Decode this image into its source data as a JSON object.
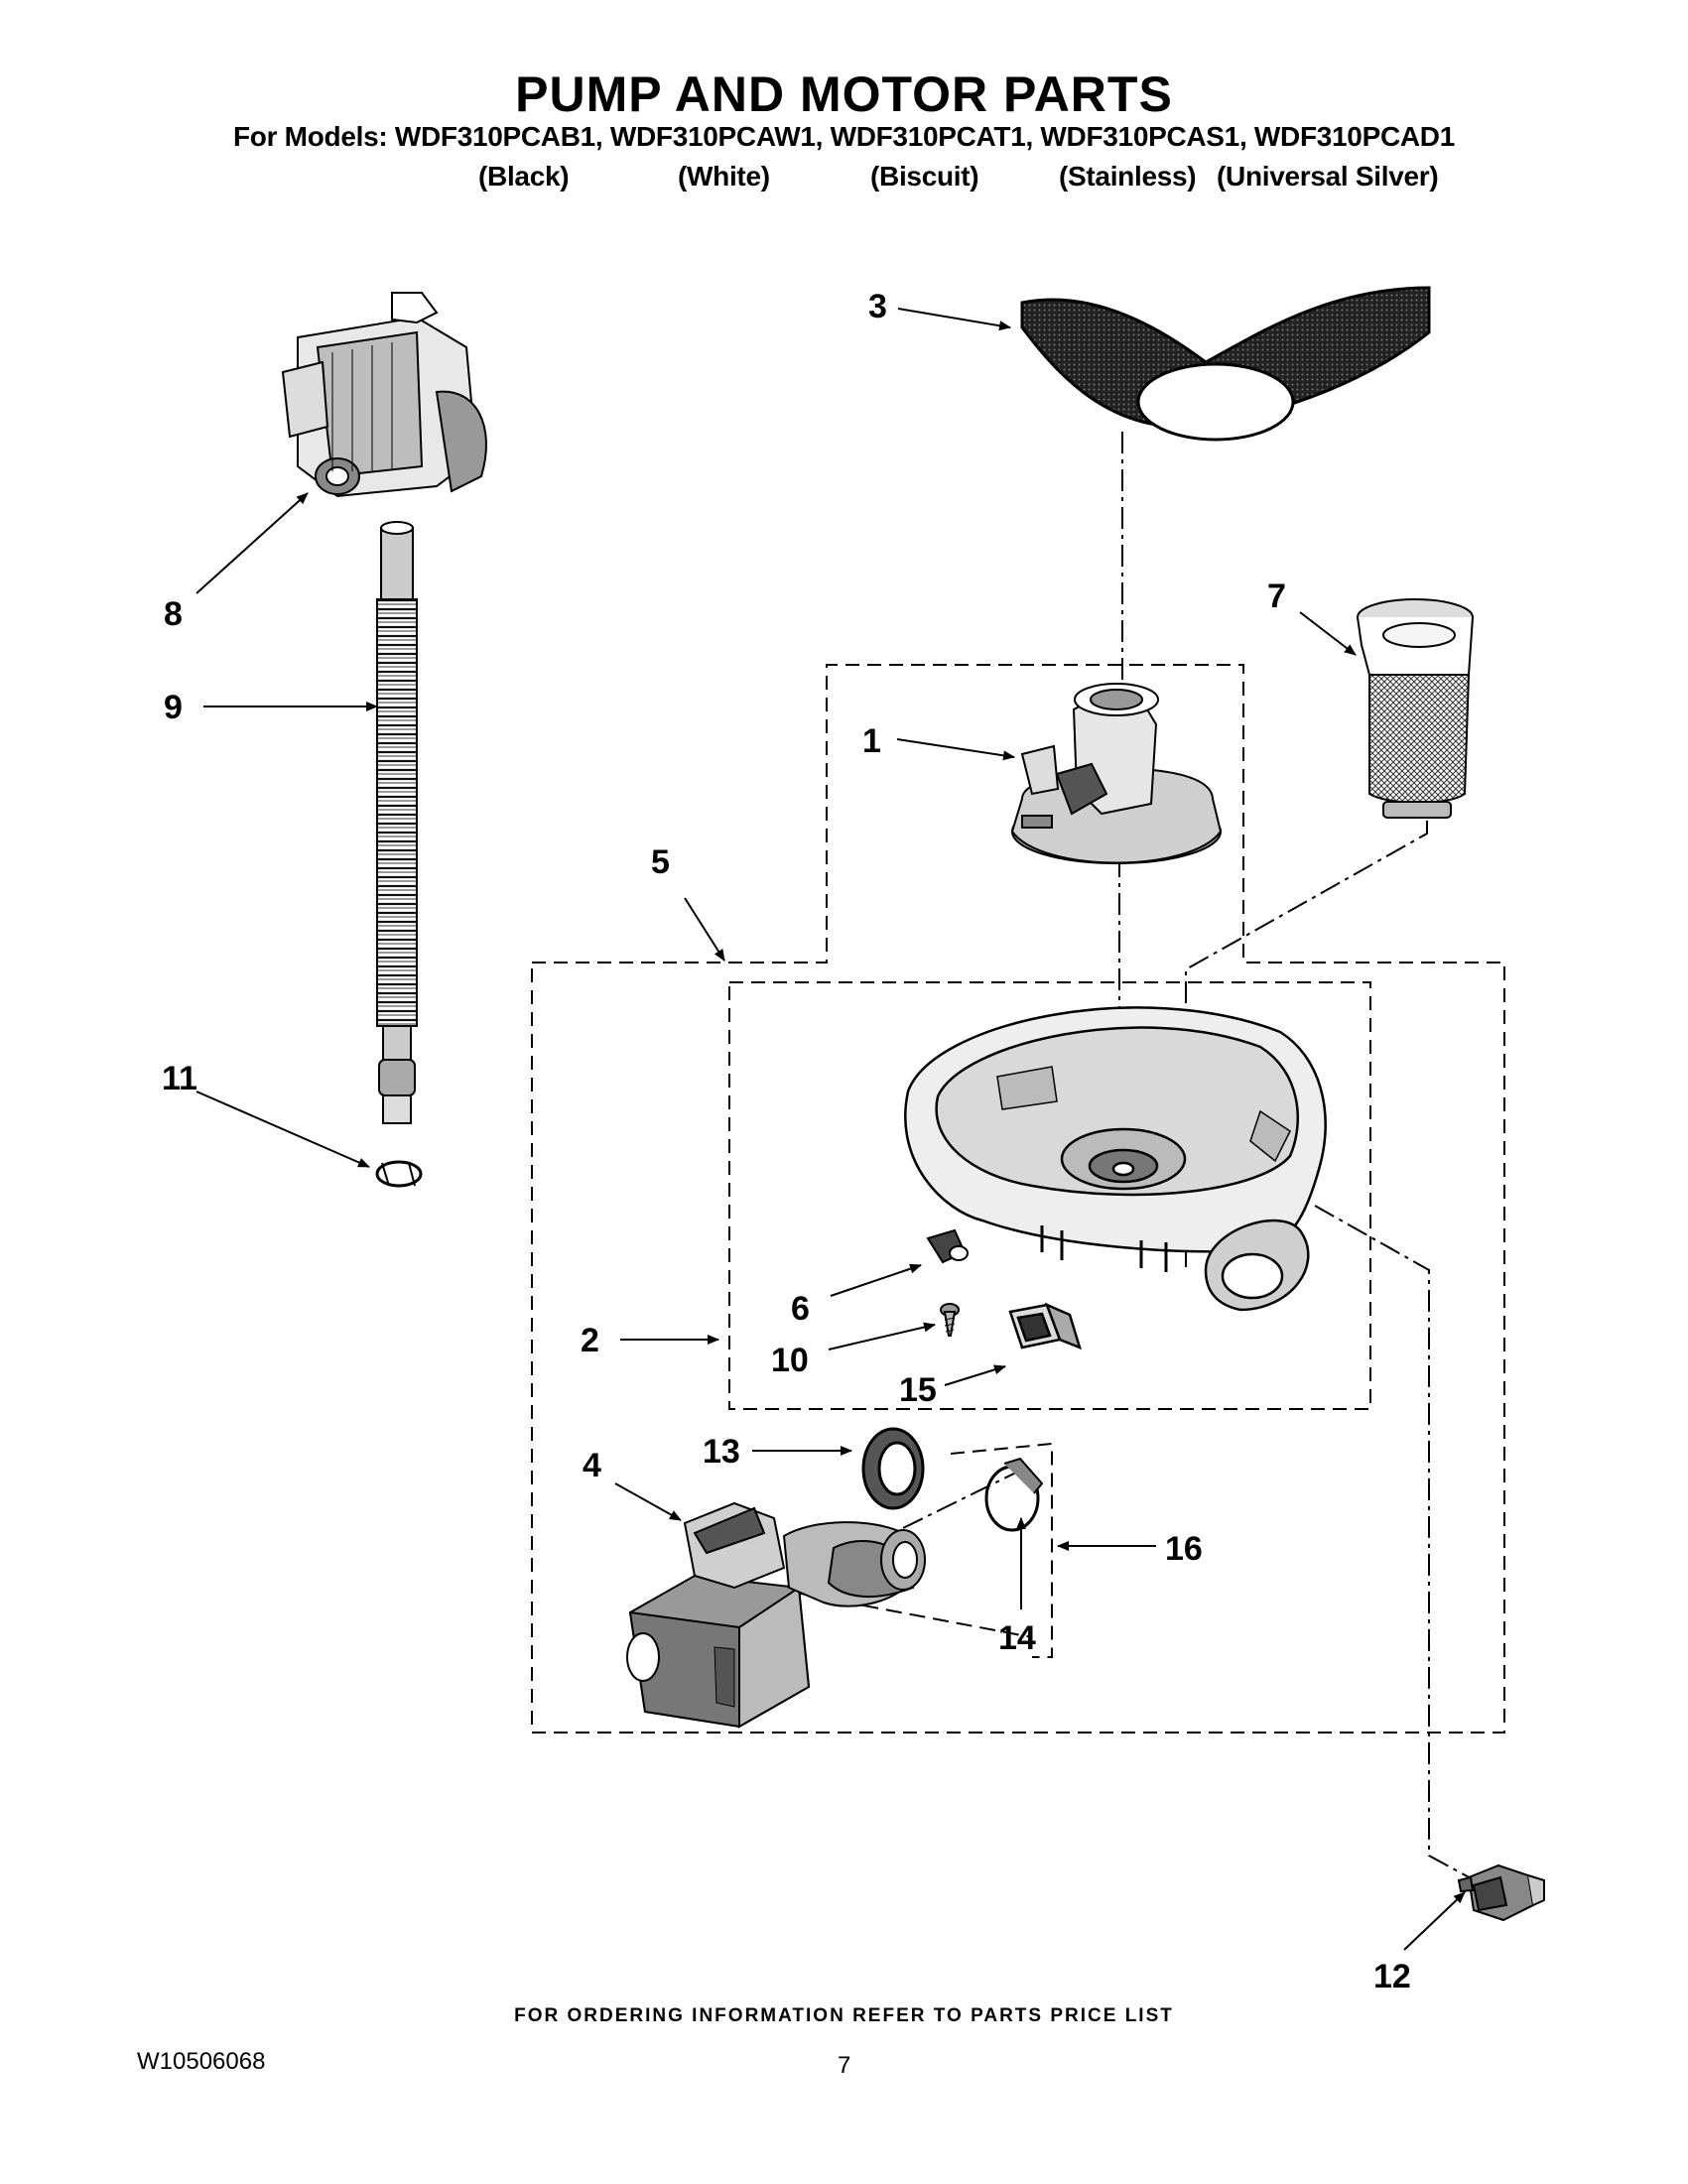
{
  "header": {
    "title": "PUMP AND MOTOR PARTS",
    "models_line": "For Models: WDF310PCAB1, WDF310PCAW1, WDF310PCAT1, WDF310PCAS1, WDF310PCAD1",
    "colors": [
      "(Black)",
      "(White)",
      "(Biscuit)",
      "(Stainless)",
      "(Universal Silver)"
    ]
  },
  "callouts": [
    "1",
    "2",
    "3",
    "4",
    "5",
    "6",
    "7",
    "8",
    "9",
    "10",
    "11",
    "12",
    "13",
    "14",
    "15",
    "16"
  ],
  "footer": {
    "note": "FOR ORDERING INFORMATION REFER TO PARTS PRICE LIST",
    "doc_number": "W10506068",
    "page_number": "7"
  }
}
